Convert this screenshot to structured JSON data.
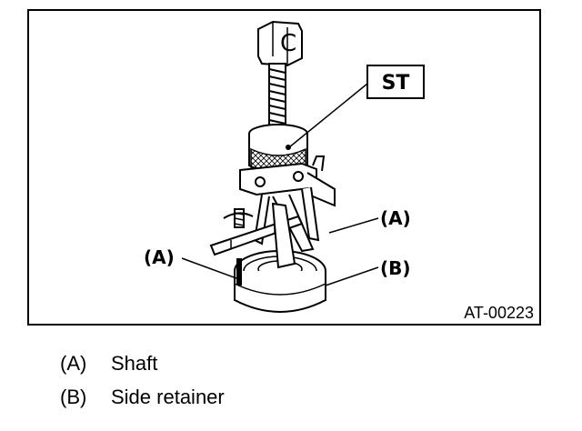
{
  "figure": {
    "callout_st": "ST",
    "callout_a_right": "(A)",
    "callout_a_left": "(A)",
    "callout_b": "(B)",
    "figure_id": "AT-00223"
  },
  "legend": [
    {
      "key": "(A)",
      "text": "Shaft"
    },
    {
      "key": "(B)",
      "text": "Side retainer"
    }
  ]
}
